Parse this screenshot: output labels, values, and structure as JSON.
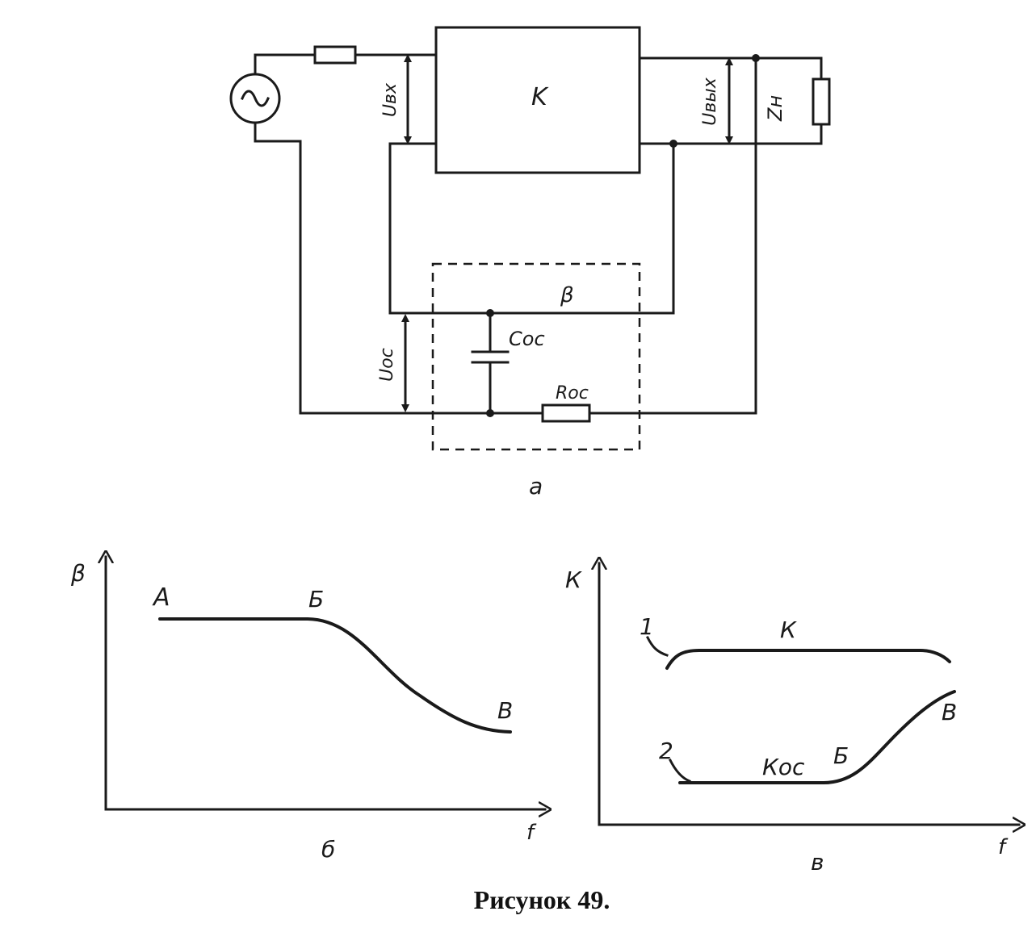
{
  "circuit": {
    "amplifier_label": "K",
    "u_in_label": "Uвх",
    "u_out_label": "Uвых",
    "load_label": "Zн",
    "feedback_label": "β",
    "cap_label": "Cос",
    "res_label": "Rос",
    "u_fb_label": "Uос",
    "panel_label": "а",
    "source_symbol": "~"
  },
  "left_plot": {
    "y_axis_label": "β",
    "x_axis_label": "f",
    "point_a": "А",
    "point_b": "Б",
    "point_v": "В",
    "panel_label": "б"
  },
  "right_plot": {
    "y_axis_label": "К",
    "x_axis_label": "f",
    "curve1_number": "1",
    "curve1_label": "К",
    "curve2_number": "2",
    "curve2_label": "Кос",
    "point_b": "Б",
    "point_v": "В",
    "panel_label": "в"
  },
  "caption": "Рисунок 49.",
  "colors": {
    "ink": "#1a1a1a",
    "paper": "#ffffff"
  }
}
